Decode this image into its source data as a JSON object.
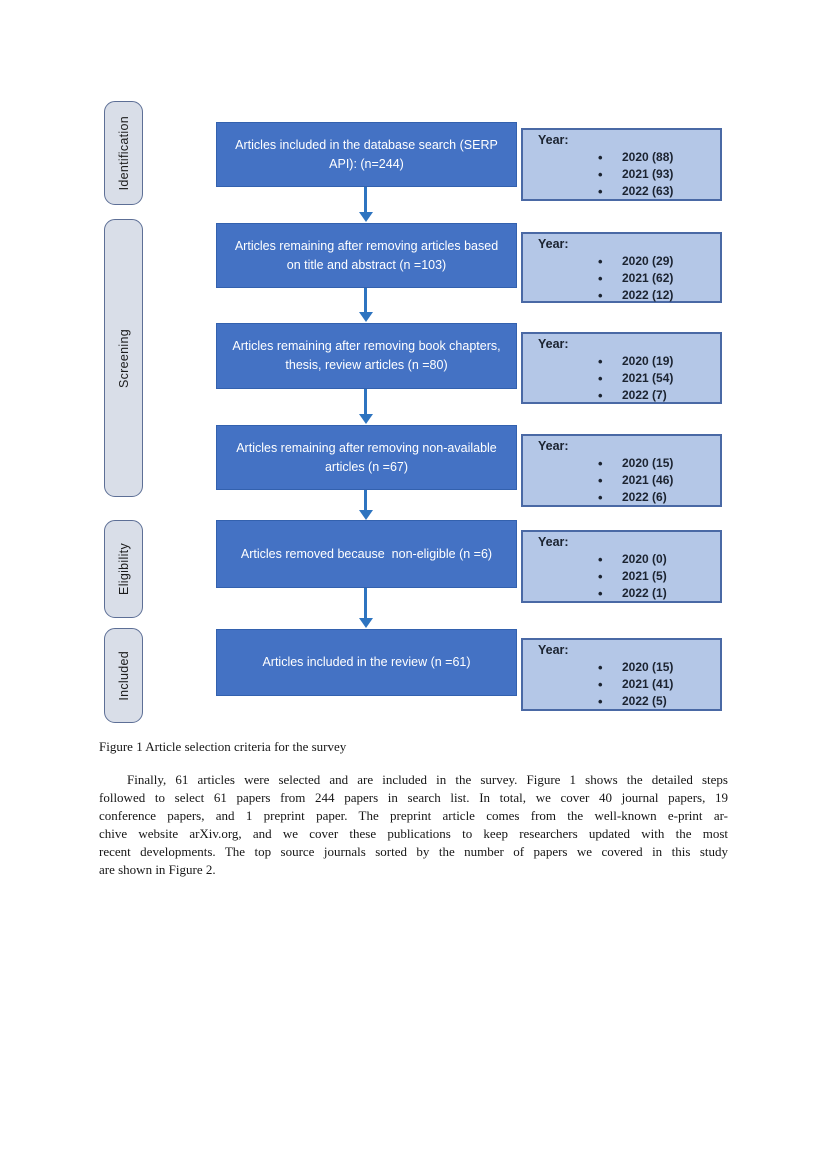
{
  "figure": {
    "stage_labels": [
      "Identification",
      "Screening",
      "Eligibility",
      "Included"
    ],
    "year_label": "Year:",
    "steps": [
      {
        "text": "Articles included in the database search (SERP API): (n=244)",
        "years": [
          "2020 (88)",
          "2021 (93)",
          "2022 (63)"
        ]
      },
      {
        "text": "Articles remaining after removing articles based on title and abstract (n =103)",
        "years": [
          "2020 (29)",
          "2021 (62)",
          "2022 (12)"
        ]
      },
      {
        "text": "Articles remaining after removing book chapters, thesis, review articles (n =80)",
        "years": [
          "2020 (19)",
          "2021 (54)",
          "2022 (7)"
        ]
      },
      {
        "text": "Articles remaining after removing non-available articles (n =67)",
        "years": [
          "2020 (15)",
          "2021 (46)",
          "2022 (6)"
        ]
      },
      {
        "text": "Articles removed because  non-eligible (n =6)",
        "years": [
          "2020 (0)",
          "2021 (5)",
          "2022 (1)"
        ]
      },
      {
        "text": "Articles included in the review (n =61)",
        "years": [
          "2020 (15)",
          "2021 (41)",
          "2022 (5)"
        ]
      }
    ],
    "colors": {
      "process_fill": "#4472C4",
      "year_fill": "#B4C7E7",
      "year_border": "#4A69A5",
      "stage_fill": "#D9DEE8",
      "stage_border": "#5D6F96",
      "arrow": "#2E74C0"
    }
  },
  "caption": "Figure 1 Article selection criteria for the survey",
  "body": {
    "lines": [
      "Finally, 61 articles were selected and are included in the survey. Figure 1 shows the detailed steps",
      "followed to select 61 papers from 244 papers in search list. In total, we cover 40 journal papers, 19",
      "conference papers, and 1 preprint paper. The preprint article comes from the well-known e-print ar-",
      "chive website arXiv.org, and we cover these publications to keep researchers updated with the most",
      "recent developments. The top source journals sorted by the number of papers we covered in this study",
      "are shown in Figure 2."
    ]
  }
}
